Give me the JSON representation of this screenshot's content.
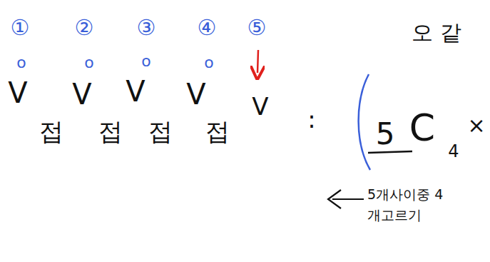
{
  "diagram": {
    "labels": [
      "①",
      "②",
      "③",
      "④",
      "⑤",
      "o",
      "o",
      "o",
      "o",
      "V",
      "V",
      "V",
      "V",
      "V",
      "접",
      "접",
      "접",
      "접",
      ":",
      "5",
      "C",
      "4",
      "×",
      "오 같",
      "5개사이중 4개고르기"
    ]
  }
}
